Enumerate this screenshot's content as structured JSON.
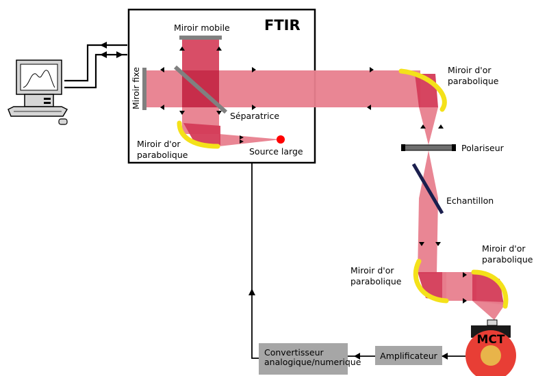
{
  "title": "FTIR",
  "labels": {
    "miroir_mobile": "Miroir mobile",
    "miroir_fixe": "Miroir fixe",
    "separatrice": "Séparatrice",
    "source_large": "Source large",
    "miroir_or_line1": "Miroir d'or",
    "miroir_or_line2": "parabolique",
    "polariseur": "Polariseur",
    "echantillon": "Echantillon",
    "mct": "MCT",
    "amplificateur": "Amplificateur",
    "convertisseur_line1": "Convertisseur",
    "convertisseur_line2": "analogique/numerique"
  },
  "colors": {
    "beam": "#e8808e",
    "beam_dark": "#d43b57",
    "gold": "#f4e11a",
    "source": "#ff0000",
    "detector_body": "#e83e35",
    "detector_core": "#e8b44a",
    "box_gray": "#a6a6a6",
    "mirror_gray": "#808080",
    "sample": "#1b1f4e"
  },
  "icons": [
    "computer-icon",
    "mouse-icon"
  ]
}
